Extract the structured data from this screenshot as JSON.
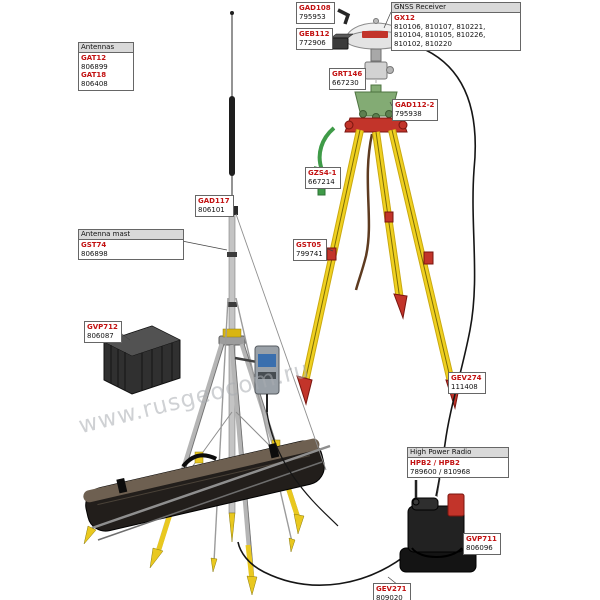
{
  "watermark": "www.rusgeocom.ru",
  "colors": {
    "part_number_red": "#c21111",
    "label_header_gray": "#d9d9d9",
    "tripod_yellow": "#e9c81f",
    "tripod_red": "#c2342a",
    "tribrach_green": "#83ab74"
  },
  "labels": {
    "antennas": {
      "header": "Antennas",
      "l1": "GAT12",
      "c1": "806899",
      "l2": "GAT18",
      "c2": "806408"
    },
    "gad108": {
      "l1": "GAD108",
      "c1": "795953"
    },
    "geb112": {
      "l1": "GEB112",
      "c1": "772906"
    },
    "gnss_receiver": {
      "header": "GNSS Receiver",
      "l1": "GX12",
      "c1": "810106, 810107, 810221,",
      "c2": "810104, 810105, 810226,",
      "c3": "810102, 810220"
    },
    "grt146": {
      "l1": "GRT146",
      "c1": "667230"
    },
    "gad112": {
      "l1": "GAD112-2",
      "c1": "795938"
    },
    "gzs4": {
      "l1": "GZS4-1",
      "c1": "667214"
    },
    "gad117": {
      "l1": "GAD117",
      "c1": "806101"
    },
    "antenna_mast": {
      "header": "Antenna mast",
      "l1": "GST74",
      "c1": "806898"
    },
    "gvp712": {
      "l1": "GVP712",
      "c1": "806087"
    },
    "gst05": {
      "l1": "GST05",
      "c1": "799741"
    },
    "gev274": {
      "l1": "GEV274",
      "c1": "111408"
    },
    "high_power_radio": {
      "header": "High Power Radio",
      "l1": "HPB2 / HPB2",
      "c1": "789600 / 810968"
    },
    "gvp711": {
      "l1": "GVP711",
      "c1": "806096"
    },
    "gev271": {
      "l1": "GEV271",
      "c1": "809020"
    }
  }
}
